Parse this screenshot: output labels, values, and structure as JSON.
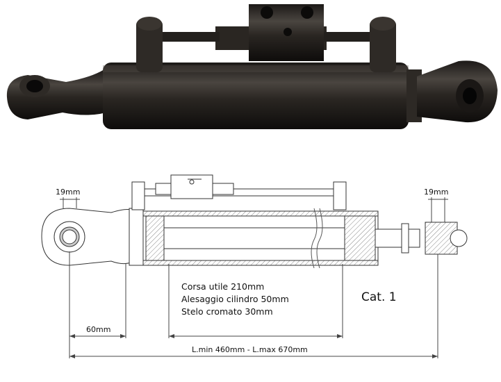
{
  "dimensions": {
    "hole_left": "19mm",
    "hole_right": "19mm",
    "end_length": "60mm",
    "length_range": "L.min 460mm - L.max 670mm"
  },
  "specs": {
    "stroke": "Corsa utile 210mm",
    "bore": "Alesaggio cilindro 50mm",
    "rod": "Stelo cromato 30mm"
  },
  "category": "Cat. 1",
  "colors": {
    "cylinder_body": "#2a2622",
    "line": "#333333"
  }
}
